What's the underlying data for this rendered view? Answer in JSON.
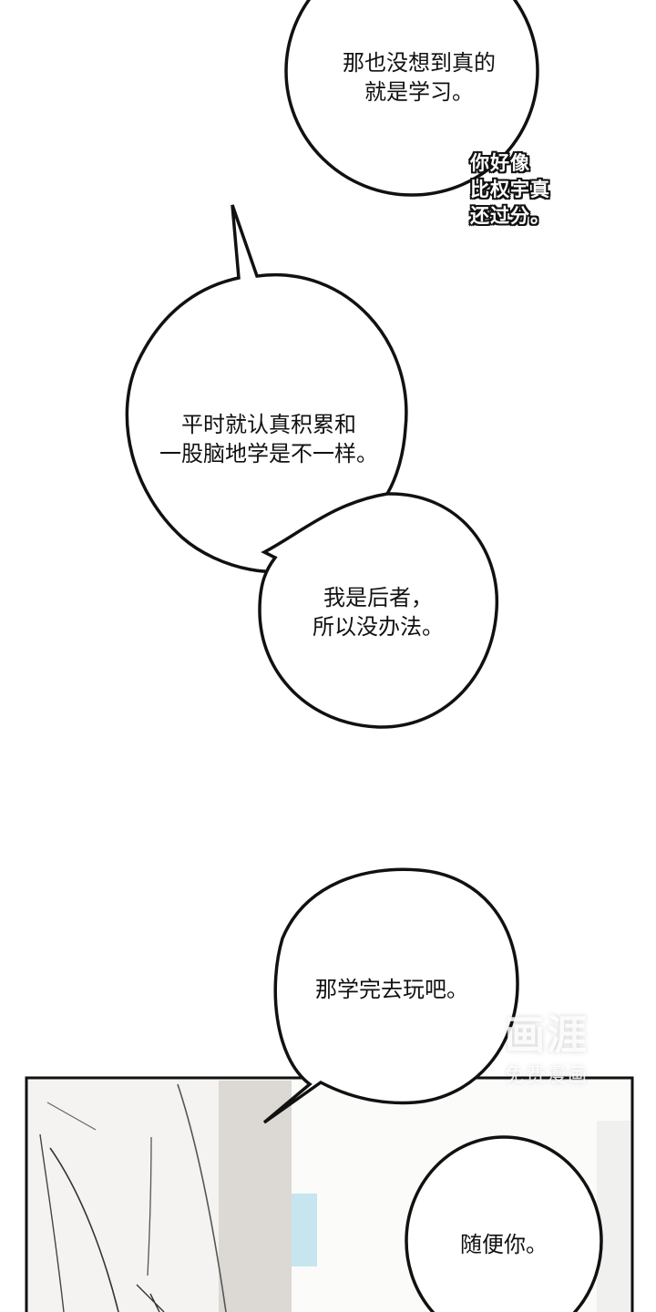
{
  "comic": {
    "bubbles": [
      {
        "id": "bubble-1",
        "text": "那也没想到真的\n就是学习。"
      },
      {
        "id": "bubble-2",
        "text": "平时就认真积累和\n一股脑地学是不一样。"
      },
      {
        "id": "bubble-3",
        "text": "我是后者，\n所以没办法。"
      },
      {
        "id": "bubble-4",
        "text": "那学完去玩吧。"
      },
      {
        "id": "bubble-5",
        "text": "随便你。"
      }
    ],
    "side_text": "你好像\n比权宇真\n还过分。",
    "watermark": {
      "logo": "画涯",
      "caption": "免费漫画"
    }
  },
  "colors": {
    "ink": "#111111",
    "panel_bg": "#f3f2f0",
    "wall_gray": "#d9d6d1",
    "window_blue": "#bfe3ec"
  }
}
